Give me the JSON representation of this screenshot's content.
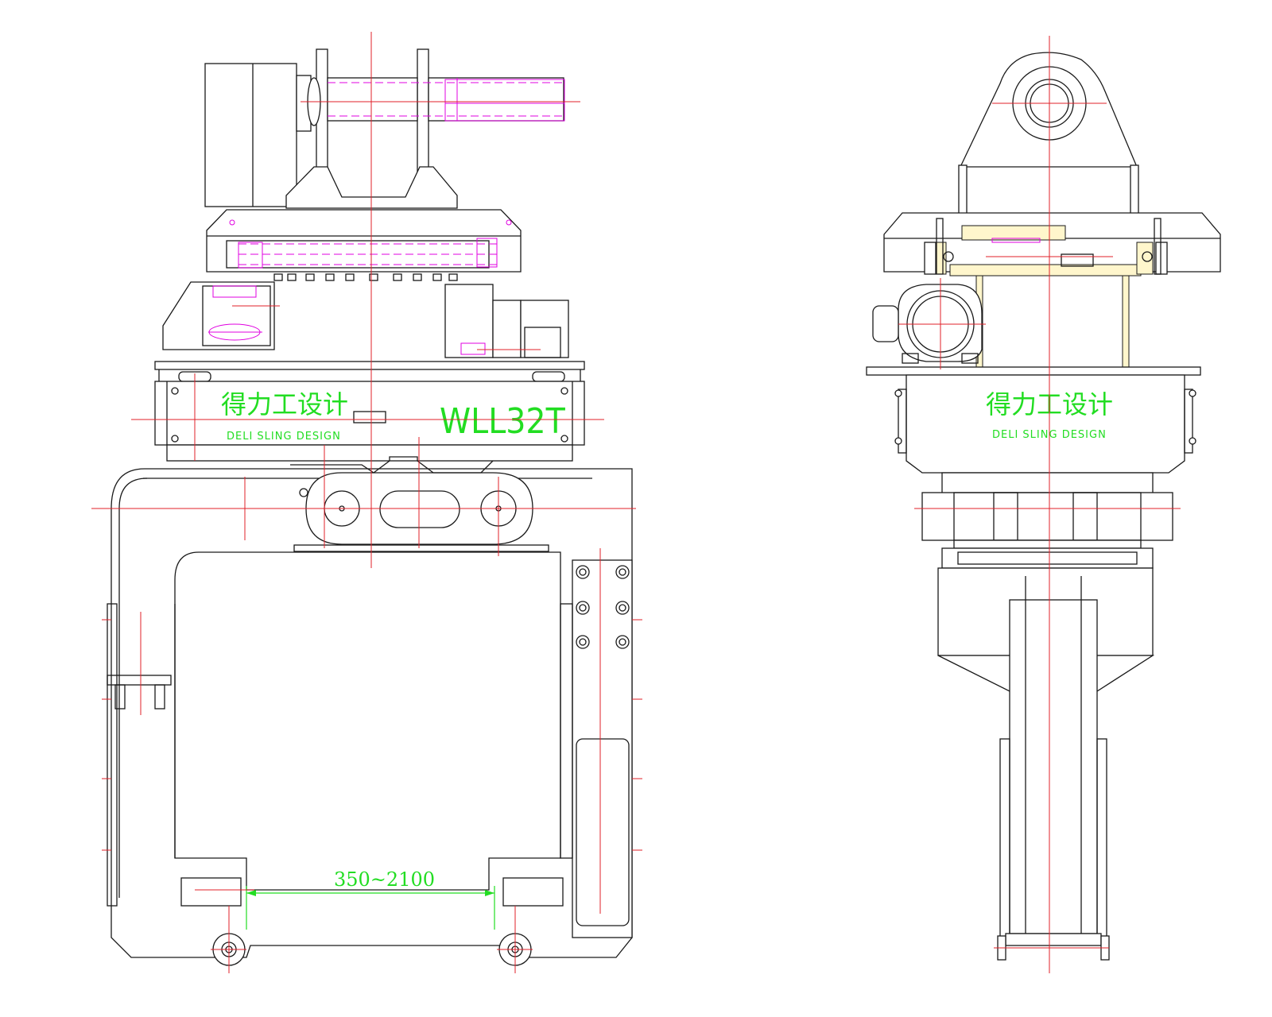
{
  "colors": {
    "outline": "#1a1a1a",
    "centerline": "#e0202a",
    "hidden": "#e000e0",
    "annotation": "#22dd22",
    "highlight": "#fff6cc",
    "background": "#ffffff"
  },
  "front_view": {
    "brand_cn": "得力工设计",
    "brand_en": "DELI SLING DESIGN",
    "capacity": "WLL32T",
    "jaw_opening_dimension": "350~2100"
  },
  "side_view": {
    "brand_cn": "得力工设计",
    "brand_en": "DELI SLING DESIGN"
  }
}
